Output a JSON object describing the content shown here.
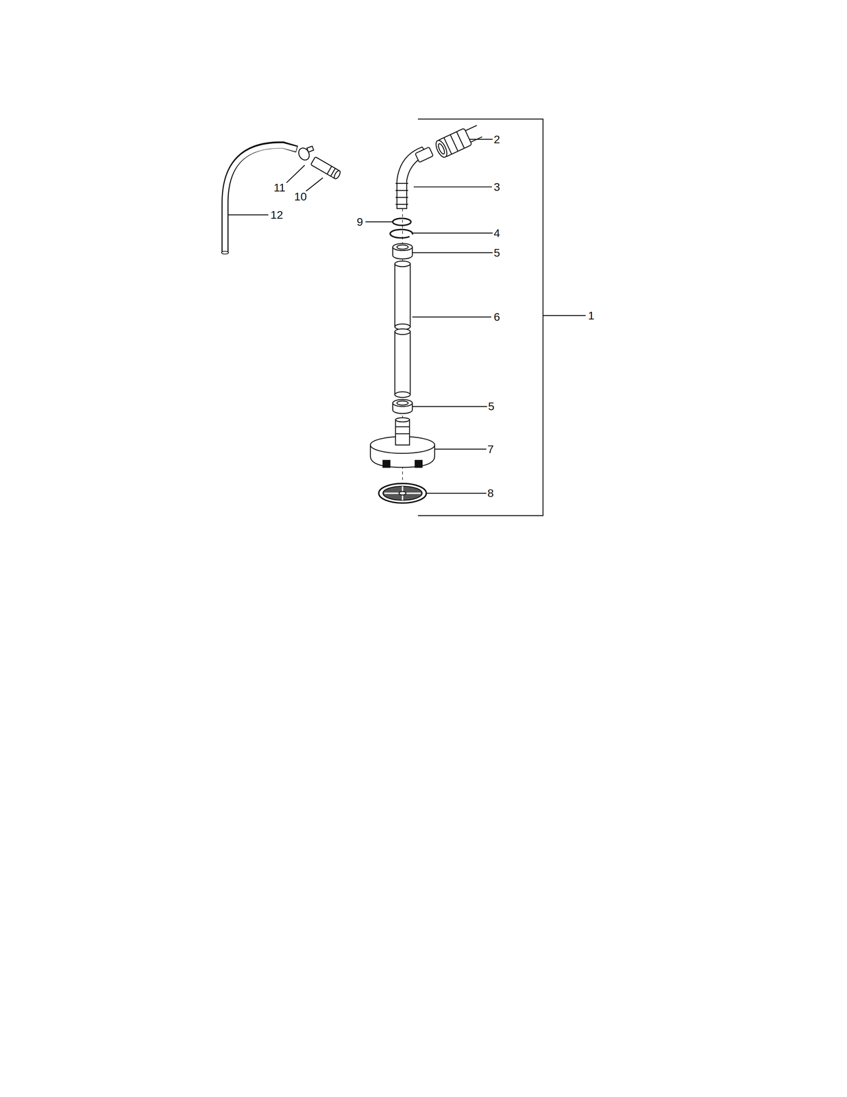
{
  "diagram": {
    "labels": [
      "2",
      "11",
      "10",
      "3",
      "12",
      "9",
      "4",
      "5",
      "6",
      "1",
      "5",
      "7",
      "8"
    ]
  }
}
